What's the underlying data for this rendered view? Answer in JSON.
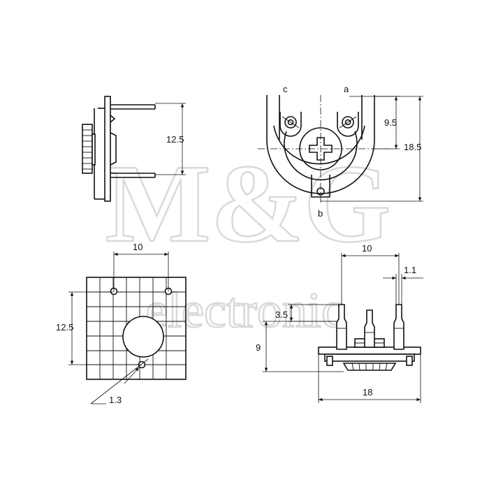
{
  "watermark": {
    "line1": "M&G",
    "line2": "electronic"
  },
  "terminals": {
    "a": "a",
    "b": "b",
    "c": "c"
  },
  "dimensions": {
    "side_height": "12.5",
    "front_offset": "9.5",
    "front_height": "18.5",
    "grid_width": "10",
    "grid_height": "12.5",
    "hole_diameter": "1.3",
    "elev_pitch": "10",
    "pin_width": "1.1",
    "pin_tip": "3.5",
    "pin_height": "9",
    "body_width": "18"
  }
}
